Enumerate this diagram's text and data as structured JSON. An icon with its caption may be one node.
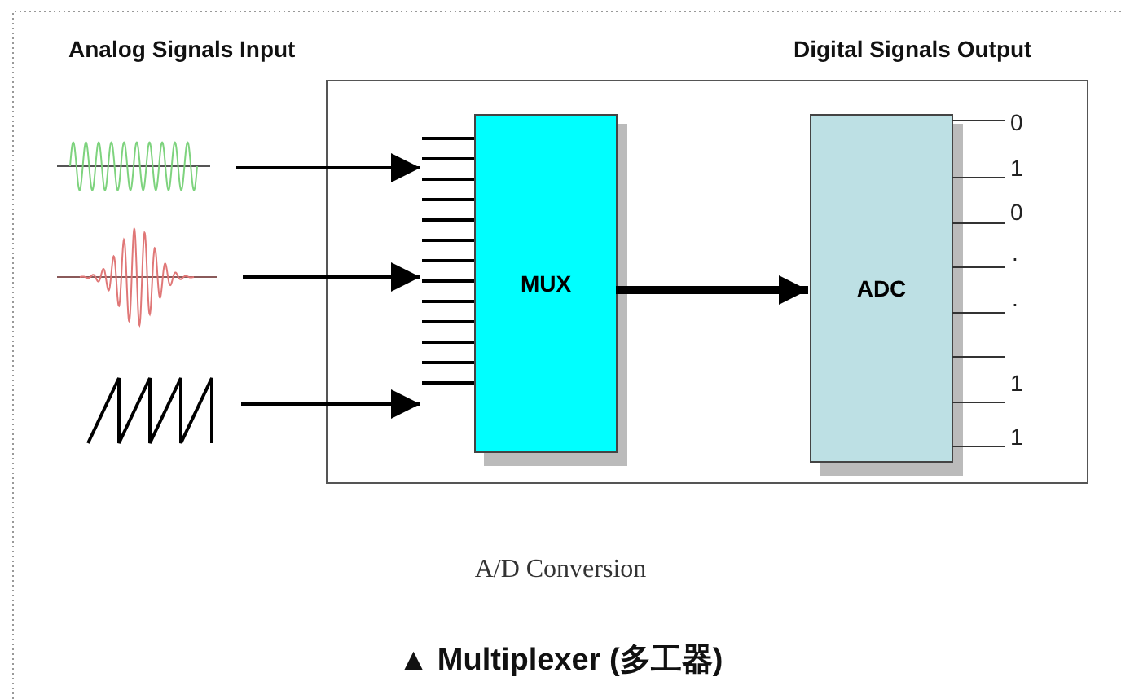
{
  "diagram": {
    "caption": "▲ Multiplexer (多工器)",
    "nodes": [
      {
        "text": [],
        "shape": "box",
        "beside": [
          "A/D Conversion"
        ]
      },
      {
        "text": [
          "MUX"
        ],
        "in": 0
      },
      {
        "text": [
          "ADC"
        ],
        "in": 0
      },
      {
        "text": [],
        "shape": "picture"
      },
      {
        "text": [],
        "shape": "picture"
      },
      {
        "text": [],
        "shape": "picture"
      }
    ],
    "edges": [
      {
        "from": 3,
        "to": 1,
        "arrow": "to"
      },
      {
        "from": 4,
        "to": 1,
        "arrow": "to"
      },
      {
        "from": 5,
        "to": 1,
        "arrow": "to"
      },
      {
        "from": 1,
        "to": 2,
        "arrow": "to",
        "style": "thick"
      }
    ],
    "labels": [
      "Analog  Signals Input",
      "Digital Signals Output",
      "0",
      "1",
      "0",
      ".",
      ".",
      "1",
      "1"
    ]
  }
}
